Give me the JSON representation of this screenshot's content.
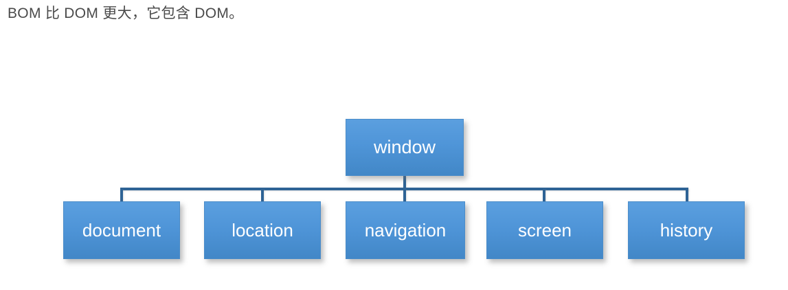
{
  "caption": "BOM 比 DOM 更大，它包含 DOM。",
  "diagram": {
    "root": {
      "label": "window"
    },
    "children": [
      {
        "label": "document"
      },
      {
        "label": "location"
      },
      {
        "label": "navigation"
      },
      {
        "label": "screen"
      },
      {
        "label": "history"
      }
    ]
  },
  "colors": {
    "node_gradient_top": "#5B9FDF",
    "node_gradient_bottom": "#4287C7",
    "node_border": "#4A8CC9",
    "connector": "#2E6395",
    "node_text": "#FFFFFF",
    "caption_text": "#4A4A4A",
    "background": "#FFFFFF"
  }
}
